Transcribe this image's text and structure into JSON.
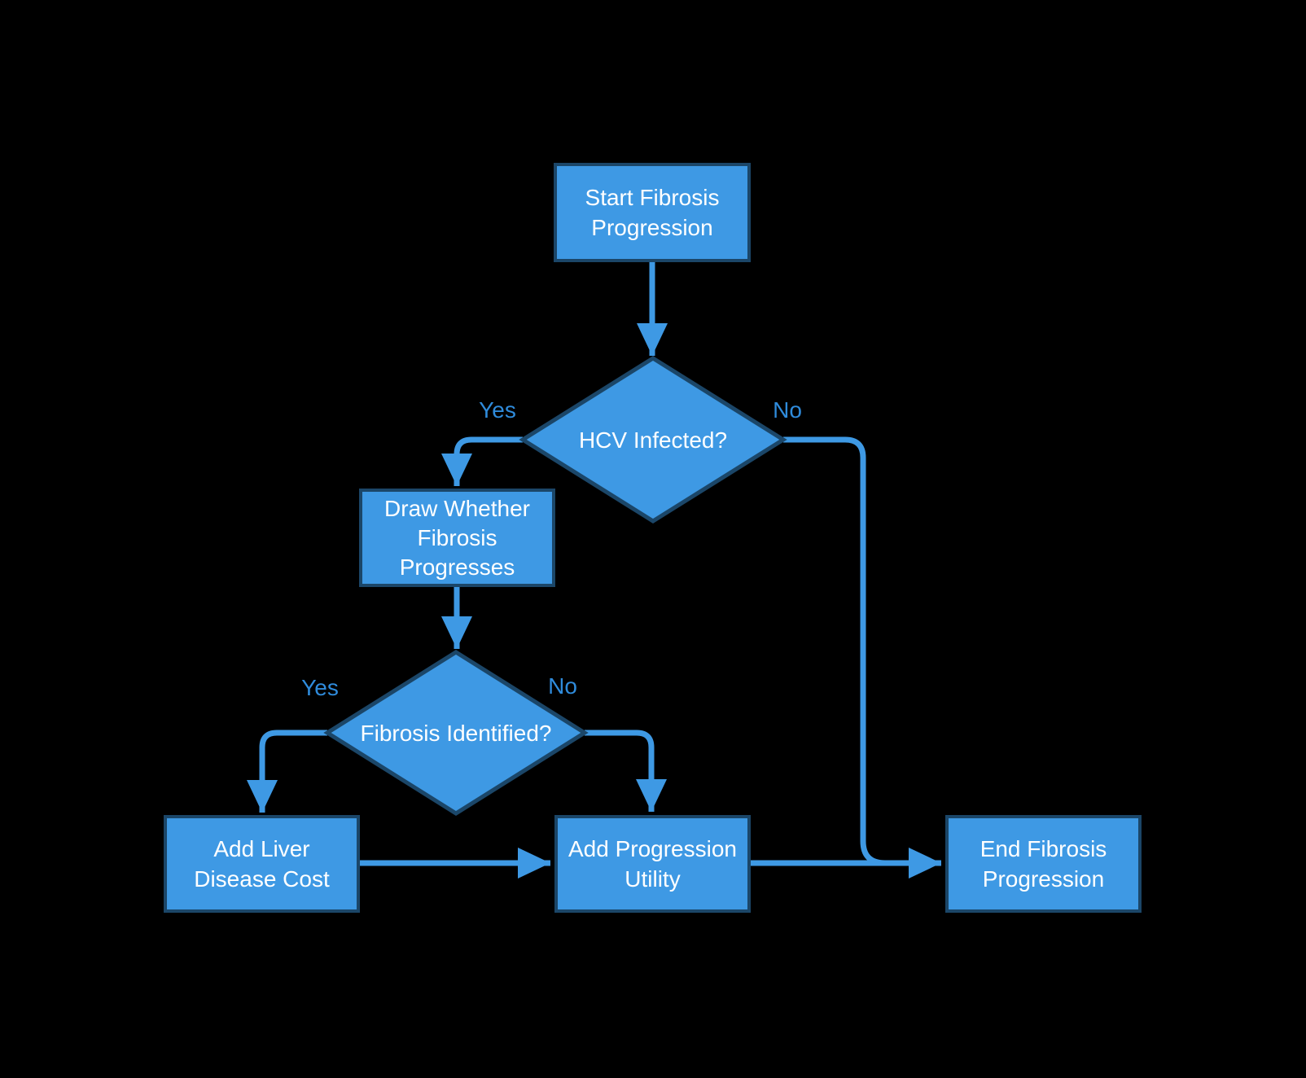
{
  "diagram": {
    "type": "flowchart",
    "colors": {
      "background": "#000000",
      "node_fill": "#3e99e4",
      "node_border": "#1b4668",
      "node_text": "#ffffff",
      "connector": "#3e99e4",
      "edge_label_text": "#2f8bdb"
    },
    "nodes": {
      "start": {
        "type": "process",
        "text": "Start Fibrosis Progression",
        "lines": [
          "Start Fibrosis",
          "Progression"
        ]
      },
      "hcv": {
        "type": "decision",
        "text": "HCV Infected?",
        "lines": [
          "HCV Infected?"
        ]
      },
      "draw": {
        "type": "process",
        "text": "Draw Whether Fibrosis Progresses",
        "lines": [
          "Draw Whether",
          "Fibrosis",
          "Progresses"
        ]
      },
      "fibrosis": {
        "type": "decision",
        "text": "Fibrosis Identified?",
        "lines": [
          "Fibrosis Identified?"
        ]
      },
      "liver": {
        "type": "process",
        "text": "Add Liver Disease Cost",
        "lines": [
          "Add Liver",
          "Disease Cost"
        ]
      },
      "utility": {
        "type": "process",
        "text": "Add Progression Utility",
        "lines": [
          "Add Progression",
          "Utility"
        ]
      },
      "end": {
        "type": "process",
        "text": "End Fibrosis Progression",
        "lines": [
          "End Fibrosis",
          "Progression"
        ]
      }
    },
    "edges": [
      {
        "from": "start",
        "to": "hcv",
        "label": ""
      },
      {
        "from": "hcv",
        "to": "draw",
        "label": "Yes"
      },
      {
        "from": "hcv",
        "to": "end",
        "label": "No"
      },
      {
        "from": "draw",
        "to": "fibrosis",
        "label": ""
      },
      {
        "from": "fibrosis",
        "to": "liver",
        "label": "Yes"
      },
      {
        "from": "fibrosis",
        "to": "utility",
        "label": "No"
      },
      {
        "from": "liver",
        "to": "utility",
        "label": ""
      },
      {
        "from": "utility",
        "to": "end",
        "label": ""
      }
    ]
  }
}
